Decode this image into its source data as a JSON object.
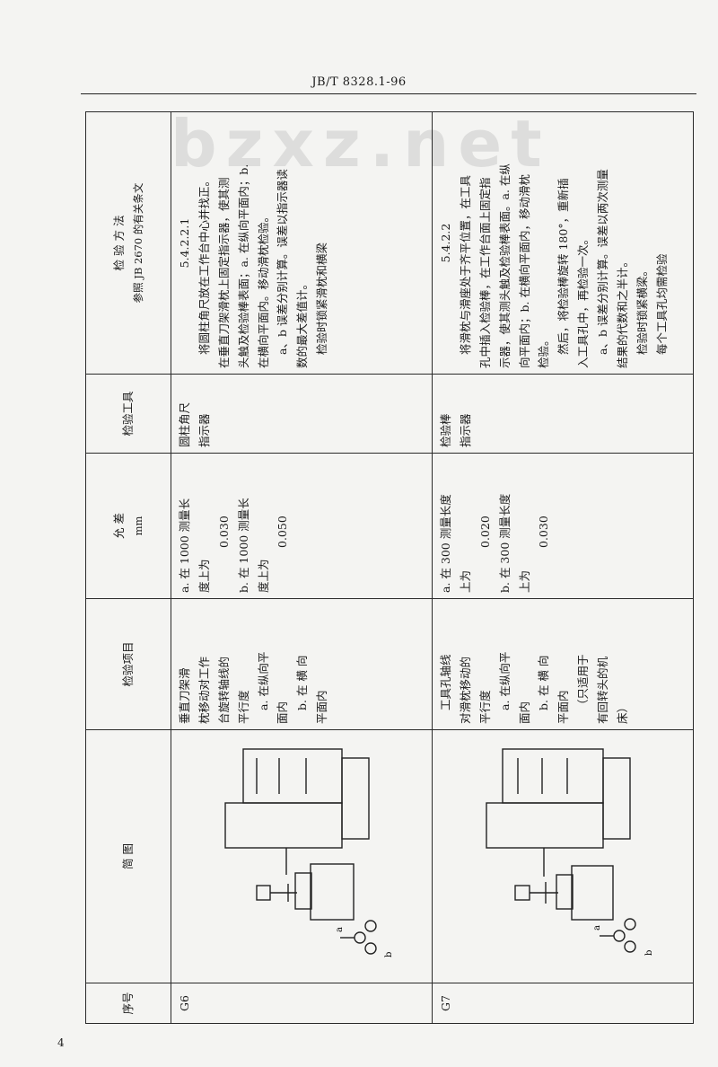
{
  "header": {
    "code": "JB/T 8328.1-96"
  },
  "page_number": "4",
  "watermark": "bzxz.net",
  "table": {
    "columns": {
      "no": "序号",
      "figure": "简 图",
      "item": "检验项目",
      "tolerance": "允 差",
      "tolerance_unit": "mm",
      "tool": "检验工具",
      "method": "检 验 方 法",
      "method_ref": "参照 JB 2670 的有关条文"
    },
    "rows": [
      {
        "no": "G6",
        "item": [
          "垂直刀架滑",
          "枕移动对工作",
          "台旋转轴线的",
          "平行度",
          "a. 在纵向平",
          "面内",
          "b. 在 横 向",
          "平面内"
        ],
        "tolerance": [
          "a. 在 1000 测量长",
          "度上为",
          "0.030",
          "b. 在 1000 测量长",
          "度上为",
          "0.050"
        ],
        "tool": [
          "圆柱角尺",
          "指示器"
        ],
        "method": [
          "5.4.2.2.1",
          "将圆柱角尺放在工作台中心并找正。",
          "在垂直刀架滑枕上固定指示器，使其测",
          "头触及检验棒表面；a. 在纵向平面内；b.",
          "在横向平面内。移动滑枕检验。",
          "a、b 误差分别计算。误差以指示器读",
          "数的最大差值计。",
          "检验时锁紧滑枕和横梁"
        ],
        "fig_labels": {
          "a": "a",
          "b": "b"
        }
      },
      {
        "no": "G7",
        "item": [
          "工具孔轴线",
          "对滑枕移动的",
          "平行度",
          "a. 在纵向平",
          "面内",
          "b. 在 横 向",
          "平面内",
          "（只适用于",
          "有回转头的机",
          "床）"
        ],
        "tolerance": [
          "a. 在 300 测量长度",
          "上为",
          "0.020",
          "b. 在 300 测量长度",
          "上为",
          "0.030"
        ],
        "tool": [
          "检验棒",
          "指示器"
        ],
        "method": [
          "5.4.2.2",
          "将滑枕与滑座处于齐平位置，在工具",
          "孔中插入检验棒，在工作台面上固定指",
          "示器，使其测头触及检验棒表面。a. 在纵",
          "向平面内；b. 在横向平面内，移动滑枕",
          "检验。",
          "然后，将检验棒旋转 180°，重新插",
          "入工具孔中，再检验一次。",
          "a、b 误差分别计算。误差以两次测量",
          "结果的代数和之半计。",
          "检验时锁紧横梁。",
          "每个工具孔均需检验"
        ],
        "fig_labels": {
          "a": "a",
          "b": "b"
        }
      }
    ]
  }
}
